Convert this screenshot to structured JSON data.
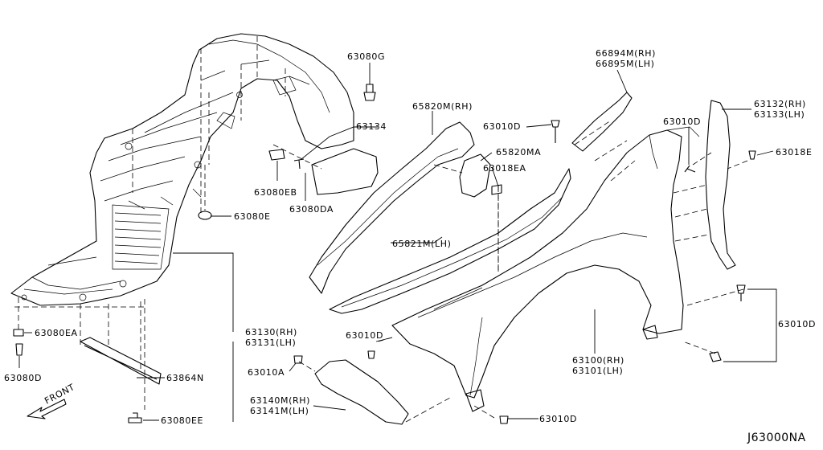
{
  "diagram_code": "J63000NA",
  "front_label": "FRONT",
  "labels": {
    "l_63080g": "63080G",
    "l_63134": "63134",
    "l_63080eb": "63080EB",
    "l_63080da": "63080DA",
    "l_63080e": "63080E",
    "l_63080ea": "63080EA",
    "l_63080d": "63080D",
    "l_63864n": "63864N",
    "l_63080ee": "63080EE",
    "l_63130rh": "63130(RH)",
    "l_63131lh": "63131(LH)",
    "l_65820m": "65820M(RH)",
    "l_65821m": "65821M(LH)",
    "l_65820ma": "65820MA",
    "l_63018ea": "63018EA",
    "l_63010d_a": "63010D",
    "l_63010d_b": "63010D",
    "l_63010d_c": "63010D",
    "l_63010d_d": "63010D",
    "l_63010d_e": "63010D",
    "l_63010a": "63010A",
    "l_66894m": "66894M(RH)",
    "l_66895m": "66895M(LH)",
    "l_63132rh": "63132(RH)",
    "l_63133lh": "63133(LH)",
    "l_63018e": "63018E",
    "l_63100rh": "63100(RH)",
    "l_63101lh": "63101(LH)",
    "l_63140m": "63140M(RH)",
    "l_63141m": "63141M(LH)"
  }
}
